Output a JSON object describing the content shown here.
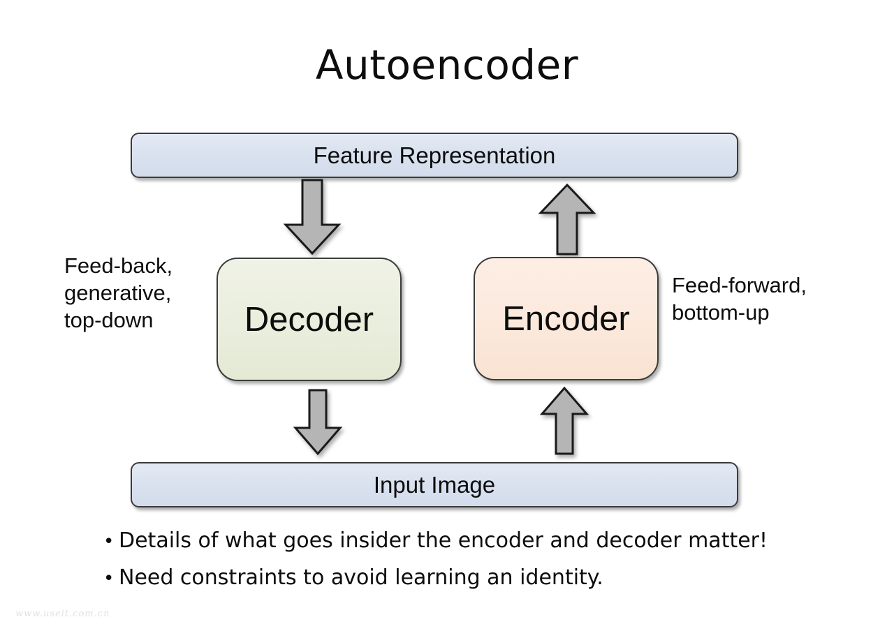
{
  "slide": {
    "title": "Autoencoder",
    "background_color": "#ffffff"
  },
  "blocks": {
    "feature_representation": {
      "label": "Feature Representation",
      "fill_color": "#dae2ef",
      "border_color": "#3b3b3b"
    },
    "input_image": {
      "label": "Input Image",
      "fill_color": "#dae2ef",
      "border_color": "#3b3b3b"
    },
    "decoder": {
      "label": "Decoder",
      "fill_color": "#eaeedd",
      "border_color": "#3b3b3b"
    },
    "encoder": {
      "label": "Encoder",
      "fill_color": "#fbe9dc",
      "border_color": "#3b3b3b"
    }
  },
  "annotations": {
    "left_note": "Feed-back,\ngenerative,\ntop-down",
    "right_note": "Feed-forward,\nbottom-up"
  },
  "arrows": {
    "fill_color": "#b5b5b5",
    "stroke_color": "#1a1a1a",
    "items": [
      {
        "name": "feature-representation-to-decoder",
        "direction": "down"
      },
      {
        "name": "decoder-to-input-image",
        "direction": "down"
      },
      {
        "name": "encoder-to-feature-representation",
        "direction": "up"
      },
      {
        "name": "input-image-to-encoder",
        "direction": "up"
      }
    ]
  },
  "bullets": [
    {
      "marker": "•",
      "text": "Details of what goes insider the encoder and decoder matter!"
    },
    {
      "marker": "•",
      "text": "Need constraints to avoid learning an identity."
    }
  ],
  "watermark": {
    "text": "www.useit.com.cn"
  }
}
